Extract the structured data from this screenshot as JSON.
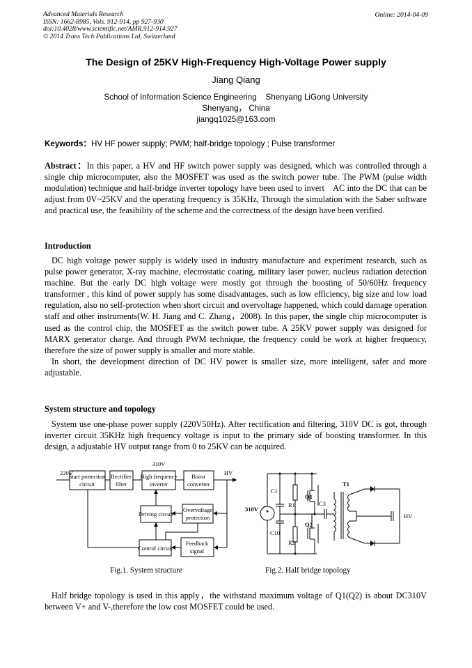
{
  "header": {
    "journal": "Advanced Materials Research",
    "issn": "ISSN: 1662-8985, Vols. 912-914, pp 927-930",
    "doi": "doi:10.4028/www.scientific.net/AMR.912-914.927",
    "copyright": "© 2014 Trans Tech Publications Ltd, Switzerland",
    "online": "Online: 2014-04-09"
  },
  "title": "The Design of 25KV High-Frequency High-Voltage Power supply",
  "author": "Jiang Qiang",
  "affiliation": {
    "line1": "School of Information Science Engineering    Shenyang LiGong University",
    "line2": "Shenyang，  China",
    "email": "jiangq1025@163.com"
  },
  "keywords": {
    "label": "Keywords：",
    "text": "HV HF power supply; PWM; half-bridge topology ; Pulse transformer"
  },
  "abstract": {
    "label": "Abstract：",
    "text": "In this paper, a HV and HF switch power supply was designed, which was controlled through a single chip microcomputer, also the MOSFET was used as the switch power tube. The PWM (pulse width modulation) technique and half-bridge inverter topology have been used to invert    AC into the DC that can be adjust from 0V~25KV and the operating frequency is 35KHz, Through the simulation with the Saber software and practical use, the feasibility of the scheme and the correctness of the design have been verified."
  },
  "introduction": {
    "heading": "Introduction",
    "p1": "DC high voltage power supply is widely used in industry manufacture and experiment research, such as pulse power generator, X-ray machine, electrostatic coating, military laser power, nucleus radiation detection machine. But the early DC high voltage were mostly got through the boosting of 50/60Hz frequency transformer , this kind of power supply has some disadvantages, such as low efficiency, big size and low load regulation, also no self-protection when short circuit and overvoltage happened, which could damage operation staff and other instruments(W. H. Jiang and C. Zhang，2008). In this paper, the single chip microcomputer is used as the control chip, the MOSFET as the switch power tube. A 25KV power supply was designed for MARX generator charge. And through PWM technique, the frequency could be work at higher frequency, therefore the size of power supply is smaller and more stable.",
    "p2": "In short, the development direction of DC HV power is smaller size, more intelligent, safer and more adjustable."
  },
  "system": {
    "heading": "System structure and topology",
    "p1": "System use one-phase power supply (220V50Hz). After rectification and filtering, 310V DC is got, through inverter circuit 35KHz high frequency voltage is input to the primary side of boosting transformer. In this design, a adjustable HV output range from 0 to 25KV can be acquired."
  },
  "fig1": {
    "caption": "Fig.1. System structure",
    "in_label": "220V",
    "dc_label": "310V",
    "out_label": "HV",
    "blocks": {
      "start_protection": [
        "Start protection",
        "circuit"
      ],
      "rectifier": [
        "Rectifier",
        "filter"
      ],
      "inverter": [
        "High frequency",
        "inverter"
      ],
      "boost": [
        "Boost",
        "converter"
      ],
      "driving": [
        "Driving circuit"
      ],
      "overvoltage": [
        "Overvoltage",
        "protection"
      ],
      "control": [
        "Control circuit"
      ],
      "feedback": [
        "Feedback",
        "signal"
      ]
    }
  },
  "fig2": {
    "caption": "Fig.2. Half bridge topology",
    "labels": {
      "source": "310V",
      "c1": "C1",
      "c10": "C10",
      "r1": "R1",
      "r2": "R2",
      "q1": "Q1",
      "q2": "Q2",
      "c3": "C3",
      "t1": "T1",
      "hv": "HV"
    }
  },
  "closing": {
    "p1": "Half bridge topology is used in this apply，the withstand maximum voltage of Q1(Q2) is about DC310V between V+ and V-,therefore the low cost MOSFET could be used."
  }
}
